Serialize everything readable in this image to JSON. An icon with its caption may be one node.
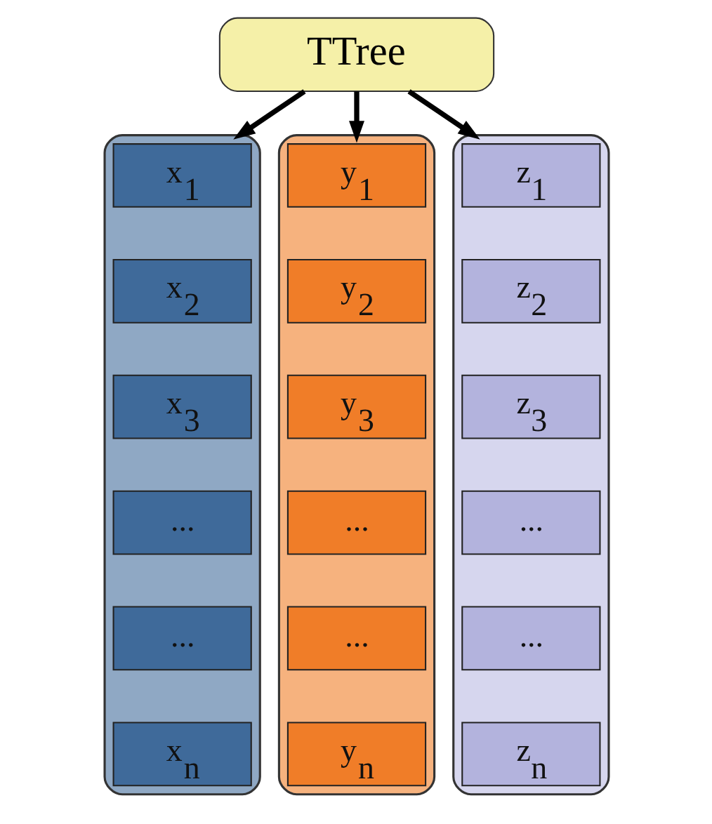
{
  "diagram": {
    "nodes": [
      {
        "text": [
          "TTree"
        ]
      },
      {
        "text": [],
        "shape": "cylinder"
      },
      {
        "text": [
          "x$_{1}$"
        ],
        "in": 1
      },
      {
        "text": [
          "x$_{2}$"
        ],
        "in": 1
      },
      {
        "text": [
          "x$_{3}$"
        ],
        "in": 1
      },
      {
        "text": [
          "..."
        ],
        "in": 1
      },
      {
        "text": [
          "..."
        ],
        "in": 1
      },
      {
        "text": [
          "x$_{n}$"
        ],
        "in": 1
      },
      {
        "text": [],
        "shape": "cylinder"
      },
      {
        "text": [
          "y$_{1}$"
        ],
        "in": 8
      },
      {
        "text": [
          "y$_{2}$"
        ],
        "in": 8
      },
      {
        "text": [
          "y$_{3}$"
        ],
        "in": 8
      },
      {
        "text": [
          "..."
        ],
        "in": 8
      },
      {
        "text": [
          "..."
        ],
        "in": 8
      },
      {
        "text": [
          "y$_{n}$"
        ],
        "in": 8
      },
      {
        "text": [],
        "shape": "cylinder"
      },
      {
        "text": [
          "z$_{1}$"
        ],
        "in": 15
      },
      {
        "text": [
          "z$_{2}$"
        ],
        "in": 15
      },
      {
        "text": [
          "z$_{3}$"
        ],
        "in": 15
      },
      {
        "text": [
          "..."
        ],
        "in": 15
      },
      {
        "text": [
          "..."
        ],
        "in": 15
      },
      {
        "text": [
          "z$_{n}$"
        ],
        "in": 15
      }
    ],
    "edges": [
      {
        "from": 0,
        "to": 1,
        "arrow": "to"
      },
      {
        "from": 0,
        "to": 8,
        "arrow": "to"
      },
      {
        "from": 0,
        "to": 15,
        "arrow": "to"
      }
    ]
  }
}
